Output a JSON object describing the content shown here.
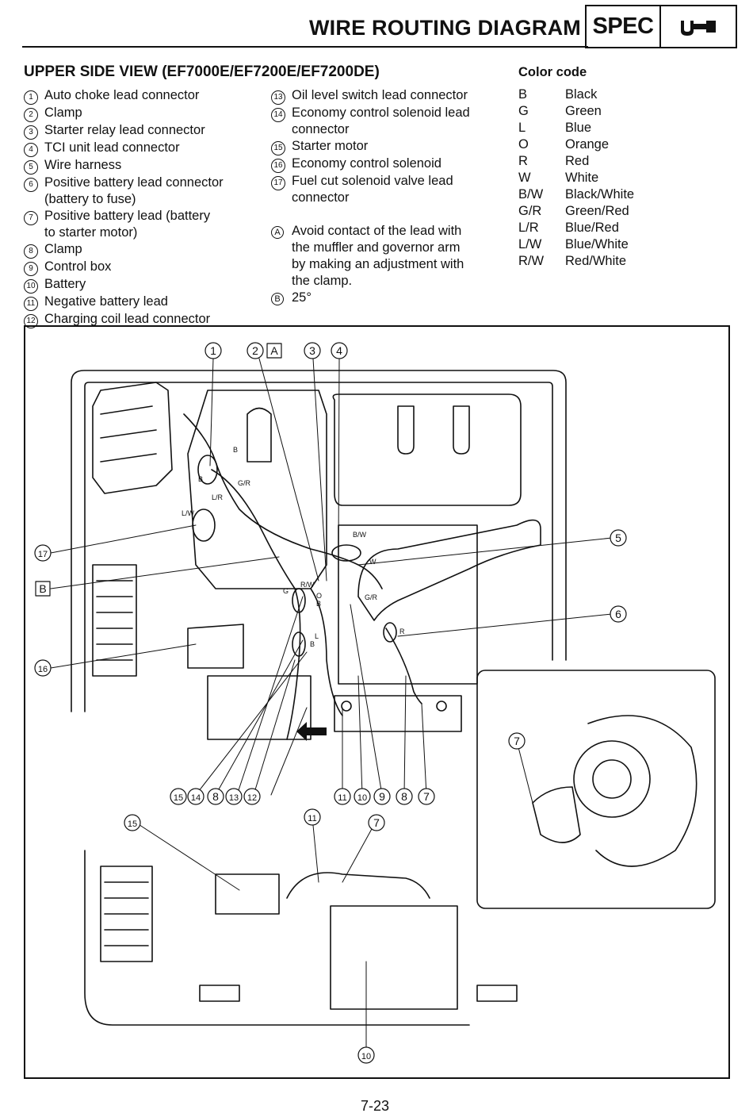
{
  "header": {
    "title": "WIRE ROUTING DIAGRAM",
    "spec_label": "SPEC",
    "spec_icon": "wrench-icon"
  },
  "section_title": "UPPER SIDE VIEW (EF7000E/EF7200E/EF7200DE)",
  "legend_left": [
    {
      "num": "1",
      "text": "Auto choke lead connector"
    },
    {
      "num": "2",
      "text": "Clamp"
    },
    {
      "num": "3",
      "text": "Starter relay lead connector"
    },
    {
      "num": "4",
      "text": "TCI unit lead connector"
    },
    {
      "num": "5",
      "text": "Wire harness"
    },
    {
      "num": "6",
      "text": "Positive battery lead connector\n(battery to fuse)"
    },
    {
      "num": "7",
      "text": "Positive battery lead (battery\nto starter motor)"
    },
    {
      "num": "8",
      "text": "Clamp"
    },
    {
      "num": "9",
      "text": "Control box"
    },
    {
      "num": "10",
      "text": "Battery"
    },
    {
      "num": "11",
      "text": "Negative battery lead"
    },
    {
      "num": "12",
      "text": "Charging coil lead connector"
    }
  ],
  "legend_right": [
    {
      "num": "13",
      "text": "Oil level switch lead connector"
    },
    {
      "num": "14",
      "text": "Economy control solenoid lead\nconnector"
    },
    {
      "num": "15",
      "text": "Starter motor"
    },
    {
      "num": "16",
      "text": "Economy control solenoid"
    },
    {
      "num": "17",
      "text": "Fuel cut solenoid valve lead\nconnector"
    }
  ],
  "notes": [
    {
      "key": "A",
      "text": "Avoid contact of the lead with\nthe muffler and governor arm\nby making an adjustment with\nthe clamp."
    },
    {
      "key": "B",
      "text": "25°"
    }
  ],
  "color_code": {
    "title": "Color code",
    "items": [
      {
        "code": "B",
        "name": "Black"
      },
      {
        "code": "G",
        "name": "Green"
      },
      {
        "code": "L",
        "name": "Blue"
      },
      {
        "code": "O",
        "name": "Orange"
      },
      {
        "code": "R",
        "name": "Red"
      },
      {
        "code": "W",
        "name": "White"
      },
      {
        "code": "B/W",
        "name": "Black/White"
      },
      {
        "code": "G/R",
        "name": "Green/Red"
      },
      {
        "code": "L/R",
        "name": "Blue/Red"
      },
      {
        "code": "L/W",
        "name": "Blue/White"
      },
      {
        "code": "R/W",
        "name": "Red/White"
      }
    ]
  },
  "diagram_labels": {
    "top_callouts": [
      "1",
      "2",
      "A",
      "3",
      "4"
    ],
    "right_callouts": [
      "5",
      "6"
    ],
    "left_callouts": [
      "17",
      "B",
      "16"
    ],
    "bottom_callouts_left": [
      "15",
      "14",
      "8",
      "13",
      "12"
    ],
    "bottom_callouts_right": [
      "11",
      "10",
      "9",
      "8",
      "7"
    ],
    "inset_callout": "7",
    "lower_callouts": [
      "15",
      "11",
      "7",
      "10"
    ],
    "wire_tags": [
      "B",
      "B",
      "G/R",
      "L/R",
      "L/W",
      "B/W",
      "W",
      "R/W",
      "G",
      "O",
      "B",
      "G/R",
      "R",
      "L",
      "B"
    ]
  },
  "page_number": "7-23"
}
